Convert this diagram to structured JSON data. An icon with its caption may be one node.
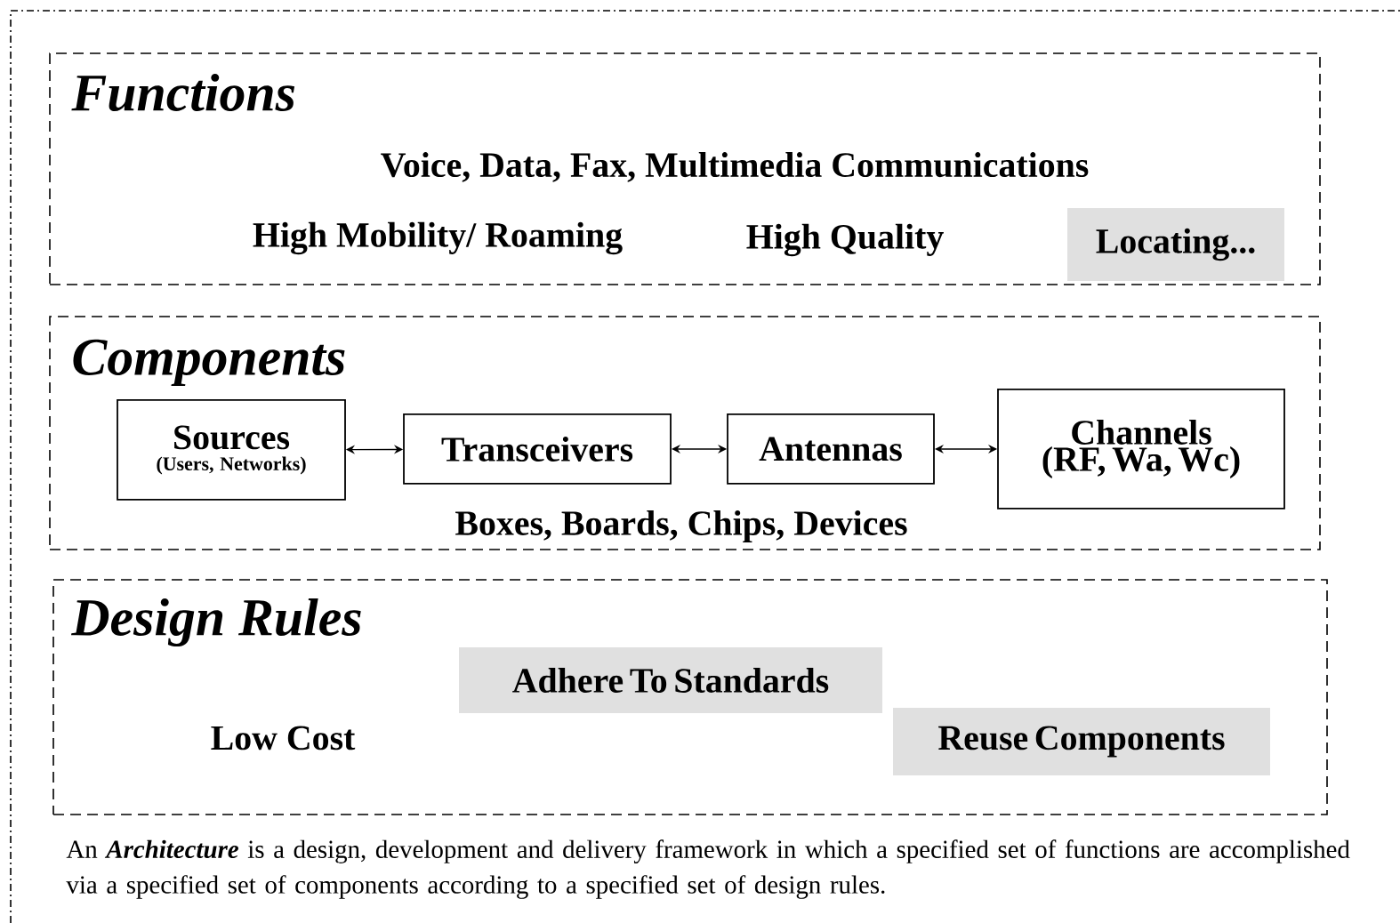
{
  "diagram": {
    "caption": "An **Architecture** is a design, development and delivery framework in which a specified set of functions are accomplished via a specified set of components according to a specified set of design rules.",
    "nodes": [
      {
        "text": [
          "Functions",
          "Voice, Data, Fax, Multimedia Communications",
          "High Mobility/ Roaming",
          "High Quality"
        ]
      },
      {
        "text": [
          "Locating..."
        ],
        "in": 0
      },
      {
        "text": [
          "Components",
          "Boxes, Boards, Chips, Devices"
        ]
      },
      {
        "text": [
          "Sources",
          "(Users, Networks)"
        ],
        "in": 2
      },
      {
        "text": [
          "Transceivers"
        ],
        "in": 2
      },
      {
        "text": [
          "Antennas"
        ],
        "in": 2
      },
      {
        "text": [
          "Channels (RF, Wa, Wc)"
        ],
        "in": 2
      },
      {
        "text": [
          "Design Rules",
          "Low Cost"
        ]
      },
      {
        "text": [
          "Adhere To Standards"
        ],
        "in": 7
      },
      {
        "text": [
          "Reuse Components"
        ],
        "in": 7
      }
    ],
    "edges": [
      {
        "from": 3,
        "to": 4,
        "arrow": "both"
      },
      {
        "from": 4,
        "to": 5,
        "arrow": "both"
      },
      {
        "from": 5,
        "to": 6,
        "arrow": "both"
      }
    ]
  }
}
